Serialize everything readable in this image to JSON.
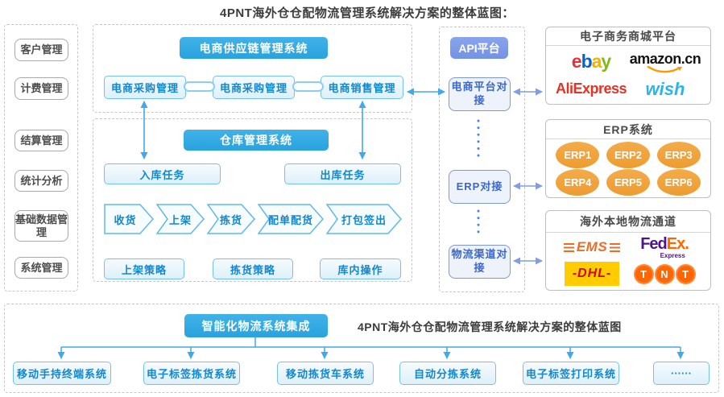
{
  "title": "4PNT海外仓仓配物流管理系统解决方案的整体蓝图：",
  "sidebar": {
    "items": [
      "客户管理",
      "计费管理",
      "结算管理",
      "统计分析",
      "基础数据管理",
      "系统管理"
    ]
  },
  "ecommerce_section": {
    "header": "电商供应链管理系统",
    "modules": [
      "电商采购管理",
      "电商采购管理",
      "电商销售管理"
    ]
  },
  "warehouse_section": {
    "header": "仓库管理系统",
    "inbound": "入库任务",
    "outbound": "出库任务",
    "process_steps": [
      "收货",
      "上架",
      "拣货",
      "配单配货",
      "打包签出"
    ],
    "strategies": [
      "上架策略",
      "拣货策略",
      "库内操作"
    ]
  },
  "api_section": {
    "header": "API平台",
    "nodes": [
      "电商平台对接",
      "ERP对接",
      "物流渠道对接"
    ]
  },
  "platforms_panel": {
    "title": "电子商务商城平台",
    "ebay": {
      "letters": [
        "e",
        "b",
        "a",
        "y"
      ]
    },
    "amazon": {
      "text": "amazon.cn"
    },
    "aliexpress": {
      "text": "AliExpress"
    },
    "wish": {
      "text": "wish"
    }
  },
  "erp_panel": {
    "title": "ERP系统",
    "items": [
      "ERP1",
      "ERP2",
      "ERP3",
      "ERP4",
      "ERP5",
      "ERP6"
    ]
  },
  "logistics_panel": {
    "title": "海外本地物流通道",
    "ems": {
      "text": "EMS"
    },
    "fedex": {
      "fed": "Fed",
      "ex": "Ex",
      "dot": ".",
      "sub": "Express"
    },
    "dhl": {
      "text": "-DHL-"
    },
    "tnt": {
      "letters": [
        "T",
        "N",
        "T"
      ]
    }
  },
  "bottom_section": {
    "header": "智能化物流系统集成",
    "caption": "4PNT海外仓仓配物流管理系统解决方案的整体蓝图",
    "systems": [
      "移动手持终端系统",
      "电子标签拣货系统",
      "移动拣货车系统",
      "自动分拣系统",
      "电子标签打印系统",
      "······"
    ]
  },
  "colors": {
    "header_blue": "#2fa9e2",
    "api_blue": "#7d9ae8",
    "box_text_blue": "#1287ce",
    "api_text_blue": "#3a67ce",
    "erp_orange": "#f0a23c",
    "arrow_sky": "#41a8ea",
    "arrow_periwinkle": "#7f9de8"
  }
}
